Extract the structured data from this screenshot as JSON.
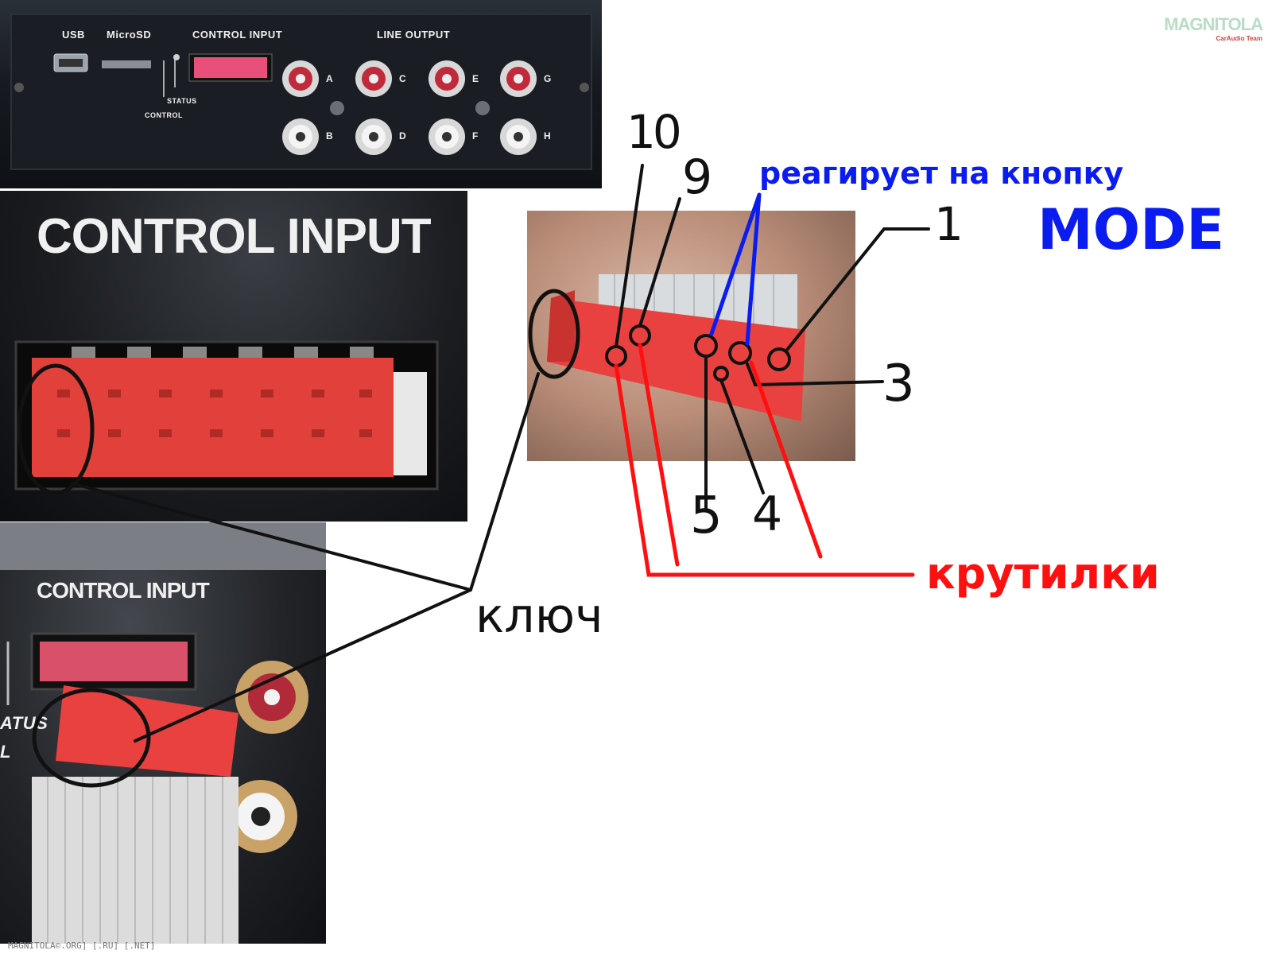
{
  "watermark": {
    "logo": "MAGNITOLA",
    "sub": "CarAudio Team"
  },
  "device_top": {
    "usb": "USB",
    "microsd": "MicroSD",
    "control_input": "CONTROL INPUT",
    "line_output": "LINE OUTPUT",
    "status": "STATUS",
    "control": "CONTROL",
    "channels": [
      "A",
      "B",
      "C",
      "D",
      "E",
      "F",
      "G",
      "H"
    ]
  },
  "closeup": {
    "heading": "CONTROL INPUT"
  },
  "angle_view": {
    "heading": "CONTROL INPUT",
    "status_partial": "ATUS",
    "control_partial": "L"
  },
  "annotations": {
    "pin_10": "10",
    "pin_9": "9",
    "pin_1": "1",
    "pin_3": "3",
    "pin_5": "5",
    "pin_4": "4",
    "mode_line1": "реагирует на кнопку",
    "mode_line2": "MODE",
    "knobs": "крутилки",
    "key": "ключ"
  },
  "footer": "MAGNITOLA©.ORG] [.RU] [.NET]",
  "colors": {
    "blue": "#0a1cf0",
    "red": "#ff1010",
    "black": "#111111",
    "connector_red": "#e8413f"
  }
}
